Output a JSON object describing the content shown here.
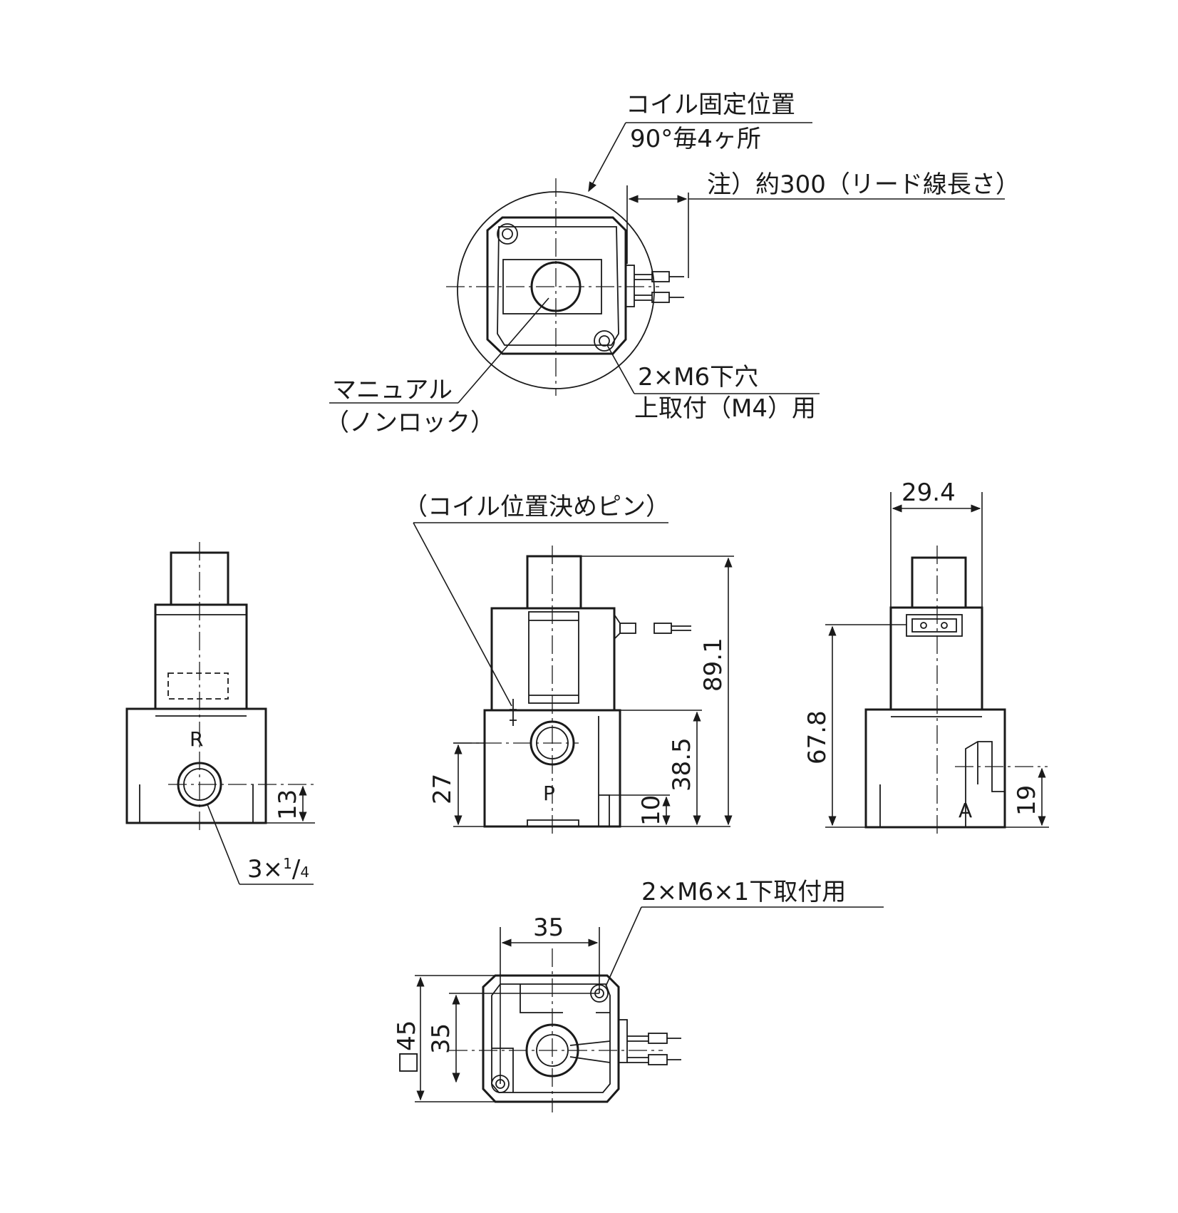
{
  "top_view": {
    "coil_label_1": "コイル固定位置",
    "coil_label_2": "90°毎4ヶ所",
    "lead_note": "注）約300（リード線長さ）",
    "manual_1": "マニュアル",
    "manual_2": "（ノンロック）",
    "hole_1": "2×M6下穴",
    "hole_2": "上取付（M4）用"
  },
  "front_left_view": {
    "port_label": "R",
    "dim_height": "13",
    "port_size_main": "3×",
    "port_size_num": "1",
    "port_size_slash": "/",
    "port_size_den": "4"
  },
  "front_center_view": {
    "pin_label": "（コイル位置決めピン）",
    "port_label": "P",
    "dim_total": "89.1",
    "dim_body": "38.5",
    "dim_port": "27",
    "dim_base": "10"
  },
  "side_right_view": {
    "port_label": "A",
    "dim_width": "29.4",
    "dim_height": "67.8",
    "dim_port": "19"
  },
  "bottom_view": {
    "mount_label": "2×M6×1下取付用",
    "dim_width": "35",
    "dim_square": "□45",
    "dim_pitch": "35"
  }
}
